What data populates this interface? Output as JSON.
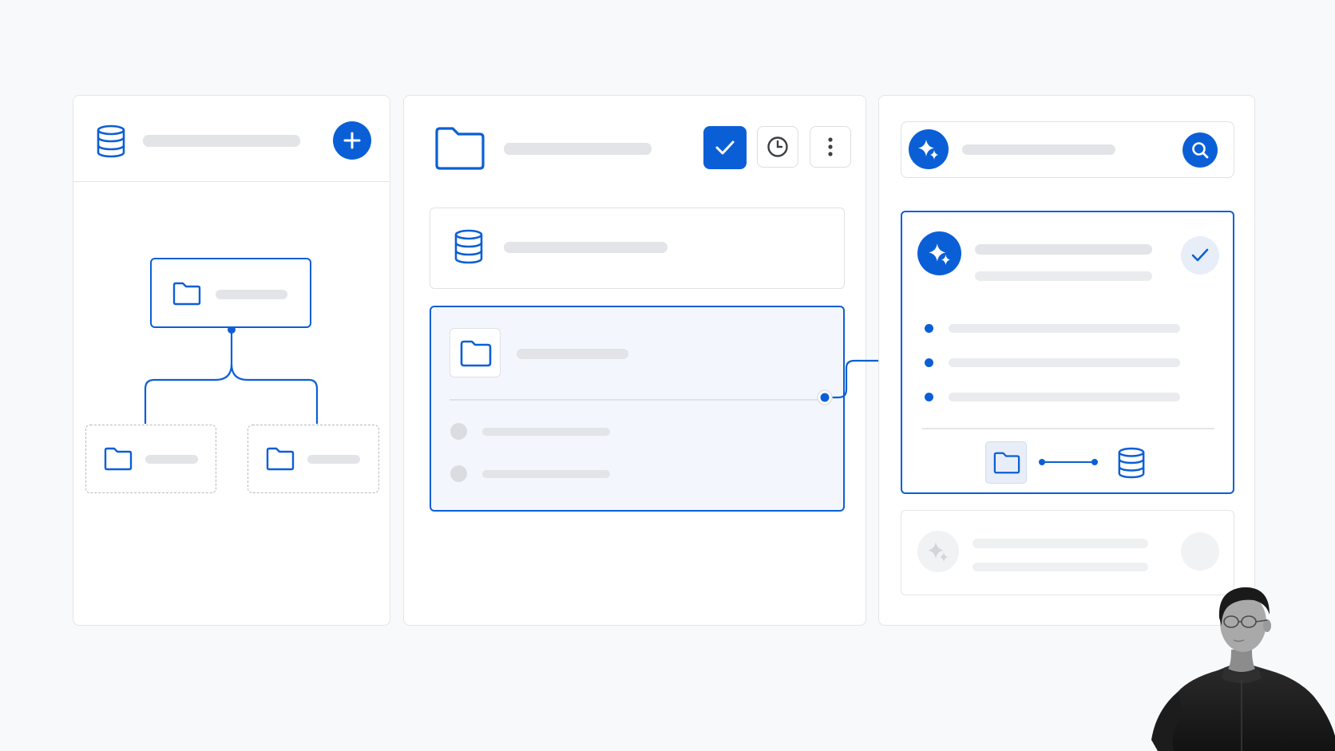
{
  "colors": {
    "accent": "#0b5fd6",
    "background": "#f8f9fa",
    "panel_border": "#e3e5e8",
    "placeholder": "#e2e4e7",
    "selected_fill": "#f3f7fd"
  },
  "left_panel": {
    "header_icon": "database-icon",
    "add_button_icon": "plus-icon",
    "tree": {
      "root_icon": "folder-icon",
      "child_icons": [
        "folder-icon",
        "folder-icon"
      ]
    }
  },
  "middle_panel": {
    "header_icon": "folder-icon",
    "toolbar_icons": [
      "check-icon",
      "clock-icon",
      "more-vertical-icon"
    ],
    "cards": [
      {
        "icon": "database-icon"
      },
      {
        "icon": "folder-icon",
        "selected": true,
        "list_items": 2
      }
    ]
  },
  "right_panel": {
    "search_bar": {
      "leading_icon": "sparkle-icon",
      "trailing_icon": "search-icon"
    },
    "result_cards": [
      {
        "icon": "sparkle-icon",
        "status_icon": "check-icon",
        "bullets": 3,
        "footer_icons": [
          "folder-icon",
          "database-icon"
        ],
        "selected": true
      },
      {
        "icon": "sparkle-icon",
        "disabled": true
      }
    ]
  },
  "presenter": {
    "type": "person-photo"
  }
}
